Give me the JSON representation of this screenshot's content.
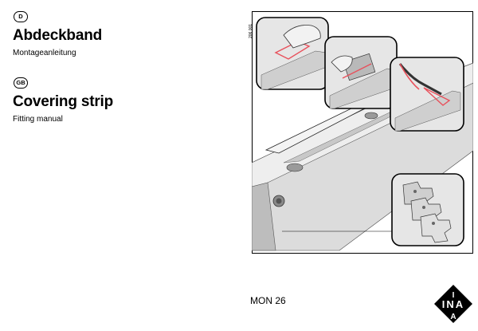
{
  "sections": [
    {
      "lang_code": "D",
      "title": "Abdeckband",
      "subtitle": "Montageanleitung"
    },
    {
      "lang_code": "GB",
      "title": "Covering strip",
      "subtitle": "Fitting manual"
    }
  ],
  "figure": {
    "code": "206 001"
  },
  "footer": {
    "doc_number": "MON 26"
  },
  "logo": {
    "text": "INA",
    "letters": [
      "I",
      "N",
      "A",
      "A"
    ]
  },
  "colors": {
    "accent_red": "#e8505b",
    "frame": "#000000",
    "shade": "#d9d9d9"
  },
  "icons": [
    "hand-icon",
    "rail-icon",
    "pliers-icon",
    "ina-logo-icon"
  ]
}
